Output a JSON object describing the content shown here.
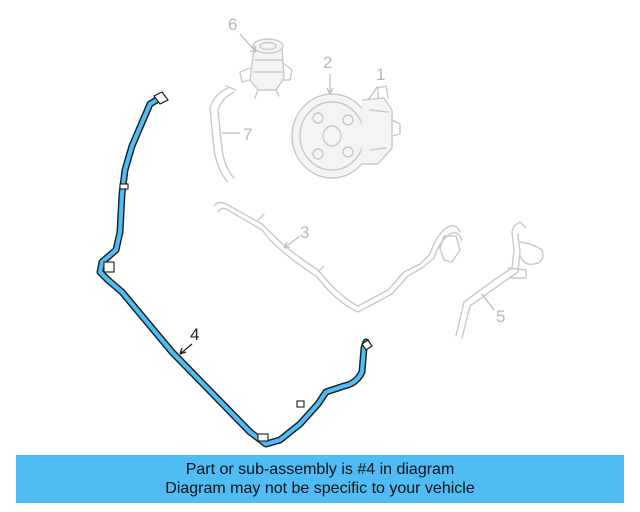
{
  "diagram": {
    "callouts": [
      "1",
      "2",
      "3",
      "4",
      "5",
      "6",
      "7"
    ],
    "highlighted_part": "4",
    "highlight_color": "#4fbdf4",
    "ghost_color": "#c9c9c9"
  },
  "banner": {
    "line1": "Part or sub-assembly is #4 in diagram",
    "line2": "Diagram may not be specific to your vehicle",
    "background": "#4fbdf4"
  }
}
